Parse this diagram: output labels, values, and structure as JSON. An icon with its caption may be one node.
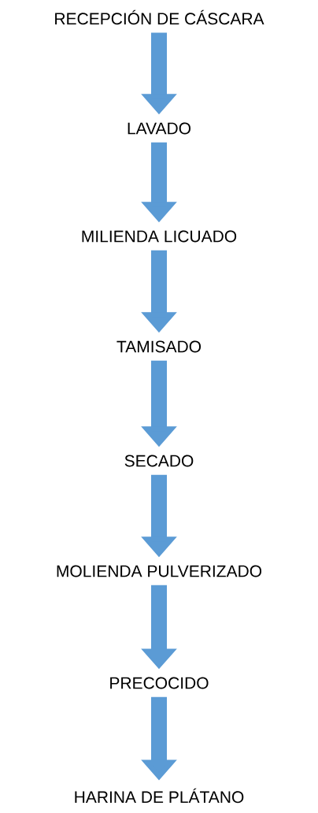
{
  "diagram": {
    "nodes": [
      {
        "text": [
          "RECEPCIÓN DE CÁSCARA"
        ]
      },
      {
        "text": [
          "LAVADO"
        ]
      },
      {
        "text": [
          "MILIENDA LICUADO"
        ]
      },
      {
        "text": [
          "TAMISADO"
        ]
      },
      {
        "text": [
          "SECADO"
        ]
      },
      {
        "text": [
          "MOLIENDA PULVERIZADO"
        ]
      },
      {
        "text": [
          "PRECOCIDO"
        ]
      },
      {
        "text": [
          "HARINA DE PLÁTANO"
        ]
      }
    ],
    "edges": [
      {
        "from": 0,
        "to": 1,
        "arrow": "to"
      },
      {
        "from": 1,
        "to": 2,
        "arrow": "to"
      },
      {
        "from": 2,
        "to": 3,
        "arrow": "to"
      },
      {
        "from": 3,
        "to": 4,
        "arrow": "to"
      },
      {
        "from": 4,
        "to": 5,
        "arrow": "to"
      },
      {
        "from": 5,
        "to": 6,
        "arrow": "to"
      },
      {
        "from": 6,
        "to": 7,
        "arrow": "to"
      }
    ]
  }
}
